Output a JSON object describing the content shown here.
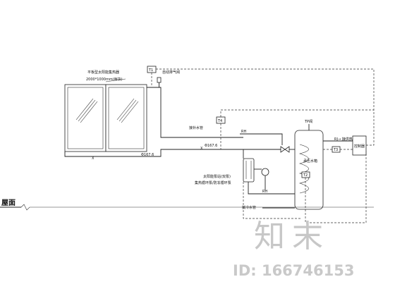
{
  "labels": {
    "collector_title": "平板型太阳能集热器",
    "collector_size": "2000*1000mm(每块)",
    "exhaust_valve": "自动排气阀",
    "sensor_t1": "T1",
    "sensor_t2": "T2",
    "sensor_t3": "T3",
    "sensor_t4": "T4",
    "makeup_water": "接补水管",
    "rh_top": "RH",
    "dim_upper": "Φ167.6",
    "dim_lower": "Φ167.6",
    "pipe_x1": "X",
    "pipe_x2": "X",
    "tp_valve": "TP阀",
    "rj_hot_water": "RJ→ 接供热水管",
    "controller": "控制器",
    "tank_label": "承压水箱",
    "pump_station_1": "太阳能泵站(双泵)",
    "pump_station_2": "集热循环泵/防冻循环泵",
    "rh_bottom": "RH",
    "cold_water": "接冷水管",
    "roof_label": "屋面"
  },
  "watermark": {
    "text": "知末",
    "id_text": "ID: 166746153"
  }
}
